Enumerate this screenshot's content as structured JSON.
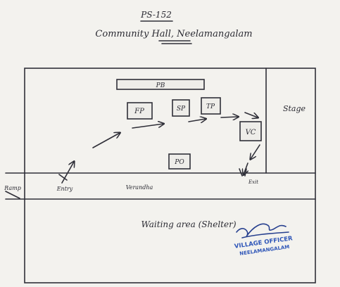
{
  "header": {
    "booth_number": "PS-152",
    "venue": "Community Hall, Neelamangalam"
  },
  "rooms": {
    "pb": "PB",
    "fp": "FP",
    "sp": "SP",
    "tp": "TP",
    "vc": "VC",
    "po": "PO",
    "stage": "Stage"
  },
  "labels": {
    "ramp": "Ramp",
    "entry": "Entry",
    "verandah": "Verandha",
    "exit": "Exit",
    "waiting_area": "Waiting area (Shelter)"
  },
  "stamp": {
    "line1": "VILLAGE OFFICER",
    "line2": "NEELAMANGALAM",
    "color": "#2f56b8"
  }
}
